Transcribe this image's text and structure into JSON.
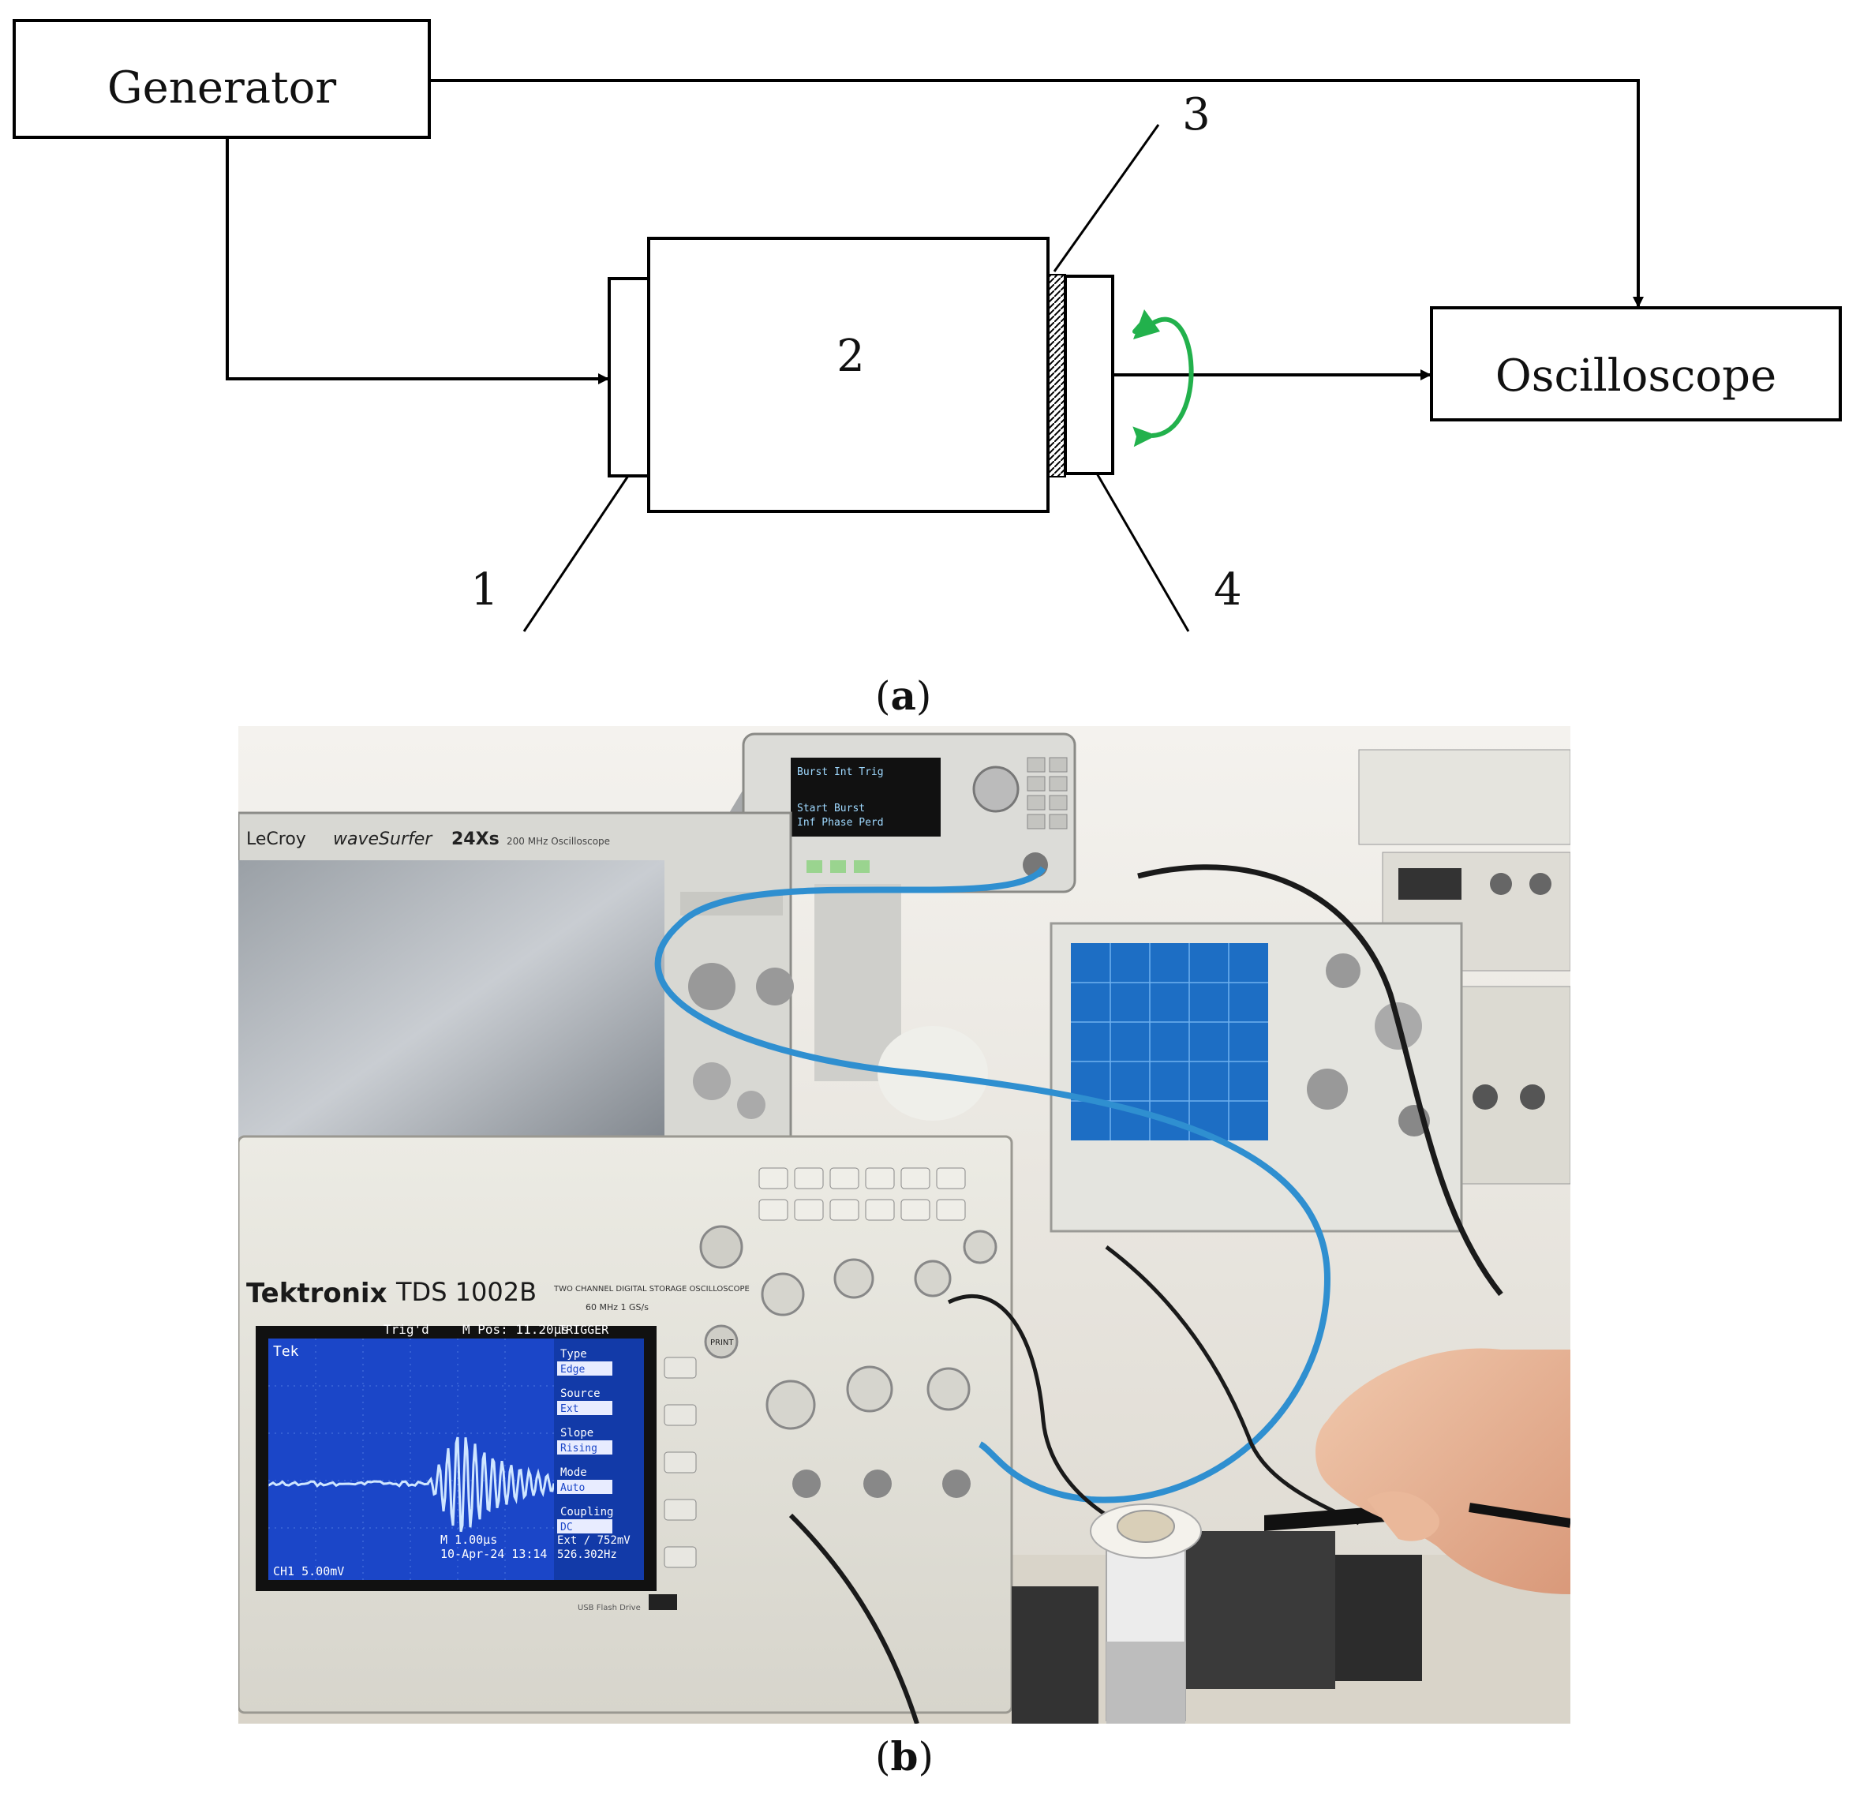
{
  "diagram": {
    "generator_label": "Generator",
    "oscilloscope_label": "Oscilloscope",
    "callouts": {
      "n1": "1",
      "n2": "2",
      "n3": "3",
      "n4": "4"
    },
    "colors": {
      "line": "#000000",
      "rotation_arrow": "#22b14c"
    }
  },
  "captions": {
    "a": {
      "open": "(",
      "letter": "a",
      "close": ")"
    },
    "b": {
      "open": "(",
      "letter": "b",
      "close": ")"
    }
  },
  "photo": {
    "lecroy": {
      "brand": "LeCroy",
      "model_line": "waveSurfer",
      "model": "24Xs",
      "sub": "200 MHz Oscilloscope"
    },
    "tektronix": {
      "brand": "Tektronix",
      "model": "TDS 1002B",
      "model_desc": "TWO CHANNEL DIGITAL STORAGE OSCILLOSCOPE",
      "spec": "60 MHz 1 GS/s",
      "screen": {
        "tek": "Tek",
        "trig_state": "Trig'd",
        "mpos": "M Pos: 11.20µs",
        "menu_title": "TRIGGER",
        "menu": [
          {
            "label": "Type",
            "value": "Edge"
          },
          {
            "label": "Source",
            "value": "Ext"
          },
          {
            "label": "Slope",
            "value": "Rising"
          },
          {
            "label": "Mode",
            "value": "Auto"
          },
          {
            "label": "Coupling",
            "value": "DC"
          }
        ],
        "ch1": "CH1  5.00mV",
        "timebase": "M 1.00µs",
        "date": "10-Apr-24 13:14",
        "ext": "Ext  ∕  752mV",
        "freq": "526.302Hz"
      },
      "usb": "USB Flash Drive",
      "buttons": [
        "PRINT"
      ]
    },
    "generator_screen": {
      "line1": "Burst  Int  Trig",
      "line2": "Start  Burst",
      "line3": "Inf   Phase  Perd"
    },
    "colors": {
      "scope_screen": "#1b46c8",
      "trace": "#cfe6ff",
      "cable": "#2f8fd0",
      "bench": "#d9d4c9"
    }
  }
}
